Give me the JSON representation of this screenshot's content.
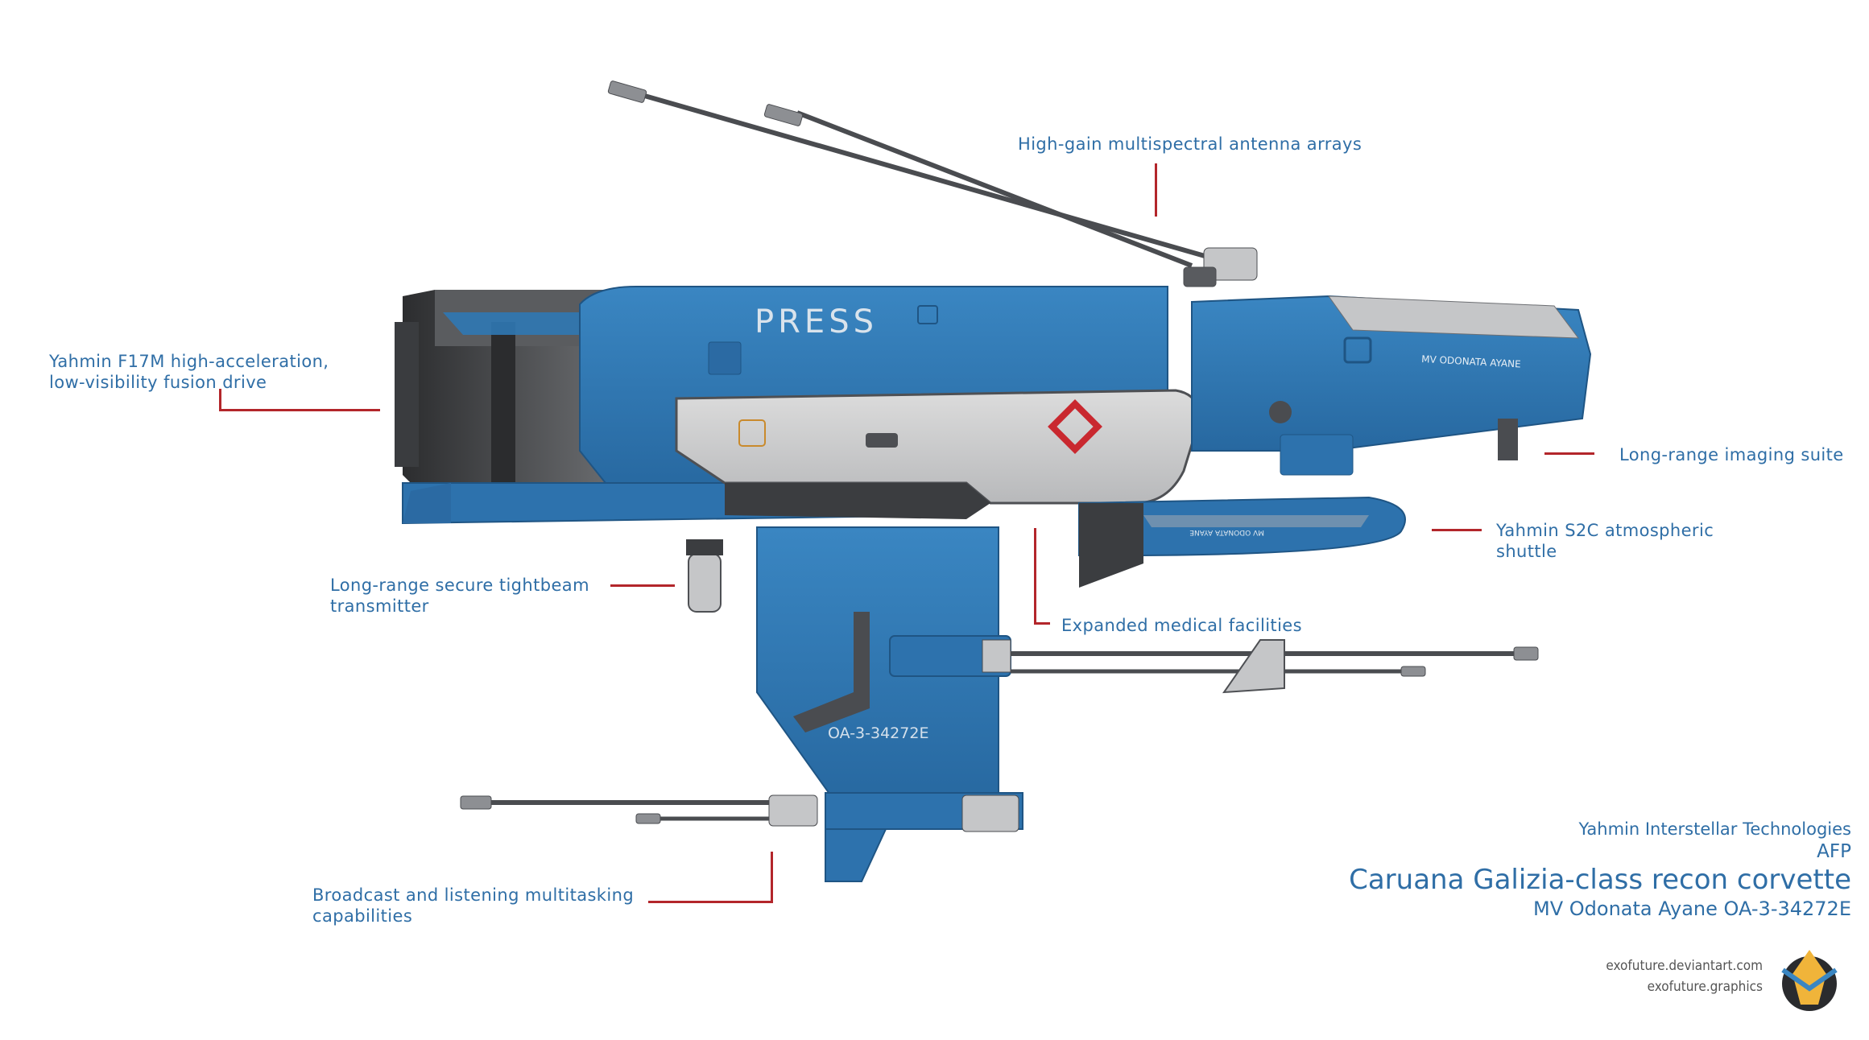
{
  "callouts": {
    "antenna": "High-gain multispectral antenna arrays",
    "drive_line1": "Yahmin F17M high-acceleration,",
    "drive_line2": "low-visibility fusion drive",
    "imaging": "Long-range imaging suite",
    "shuttle_line1": "Yahmin S2C atmospheric",
    "shuttle_line2": "shuttle",
    "tightbeam_line1": "Long-range secure tightbeam",
    "tightbeam_line2": "transmitter",
    "medical": "Expanded medical facilities",
    "broadcast_line1": "Broadcast and listening multitasking",
    "broadcast_line2": "capabilities"
  },
  "hull_markings": {
    "press": "PRESS",
    "ship_name": "MV ODONATA AYANE",
    "registry": "OA-3-34272E",
    "shuttle_name": "MV ODONATA AYANE"
  },
  "credits": {
    "maker": "Yahmin Interstellar Technologies",
    "agency": "AFP",
    "class_name": "Caruana Galizia-class recon corvette",
    "ship": "MV Odonata Ayane OA-3-34272E"
  },
  "sites": {
    "deviantart": "exofuture.deviantart.com",
    "graphics": "exofuture.graphics"
  },
  "colors": {
    "hull_blue": "#2f78b4",
    "hull_blue_dark": "#235f92",
    "panel_grey": "#c9cacc",
    "dark_grey": "#3b3d40",
    "accent_red": "#c9282f",
    "text_blue": "#2f6ea6"
  },
  "icons": {
    "logo": "exofuture-logo"
  }
}
